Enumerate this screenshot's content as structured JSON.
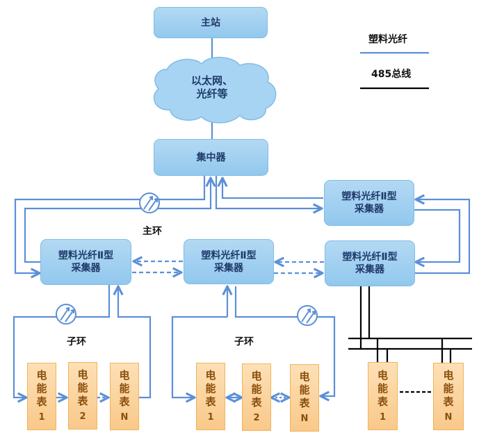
{
  "nodes": {
    "master_station": "主站",
    "network_cloud_line1": "以太网、",
    "network_cloud_line2": "光纤等",
    "concentrator": "集中器",
    "collector_line1": "塑料光纤Ⅱ型",
    "collector_line2": "采集器"
  },
  "labels": {
    "main_ring": "主环",
    "sub_ring": "子环"
  },
  "legend": [
    {
      "label": "塑料光纤",
      "color": "#5b8fd8"
    },
    {
      "label": "485总线",
      "color": "#000000"
    }
  ],
  "meter": {
    "name_chars": [
      "电",
      "能",
      "表"
    ],
    "ids": [
      "1",
      "2",
      "N"
    ]
  },
  "colors": {
    "fiber": "#5b8fd8",
    "bus": "#000000",
    "node_fill": "#a4d0f1",
    "meter_fill": "#fbd39f"
  }
}
